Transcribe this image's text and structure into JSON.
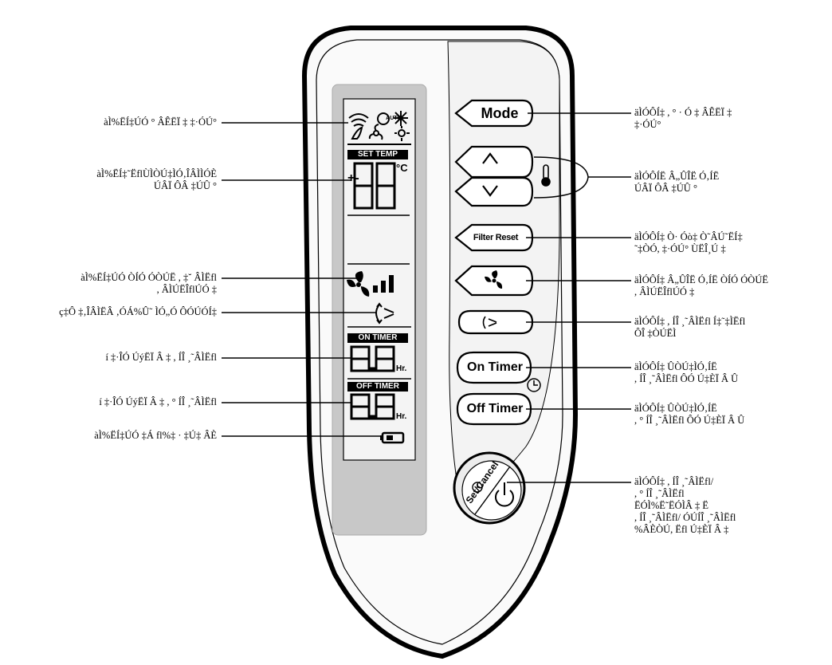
{
  "buttons": {
    "mode": "Mode",
    "filter_reset": "Filter Reset",
    "on_timer": "On Timer",
    "off_timer": "Off Timer",
    "set_cancel": "Set/Cancel"
  },
  "lcd": {
    "auto": "AUTO",
    "set_temp": "SET TEMP",
    "celsius": "°C",
    "digits_temp": "88",
    "on_timer": "ON TIMER",
    "off_timer": "OFF TIMER",
    "digits_timer": "8.8",
    "hr": "Hr."
  },
  "labels_left": [
    {
      "lines": [
        "àÌ%ËÍ‡ÚÓ ° ÂÊËÏ ‡ ‡·ÓÚ°"
      ]
    },
    {
      "lines": [
        "àÌ%ËÍ‡˜ËflÙÌÒÚ‡ÌÓ‚ÎÂÌÌÓÈ",
        "ÚÂÏ ÔÂ ‡ÚÛ °"
      ]
    },
    {
      "lines": [
        "àÌ%ËÍ‡ÚÓ ÒÍÓ ÓÒÚË , ‡˘ ÂÌËfl",
        ", ÂÌÚËÎflÚÓ ‡"
      ]
    },
    {
      "lines": [
        "ç‡Ô ‡‚ÎÂÌËÂ ‚ÓÁ%Û˜ ÌÓ„Ó ÔÓÚÓÍ‡"
      ]
    },
    {
      "lines": [
        "í ‡·ÎÓ ÚýËÏ Â ‡ , ÍÎ ¸˜ÂÌËfl"
      ]
    },
    {
      "lines": [
        "í ‡·ÎÓ ÚýËÏ Â ‡ , ° ÍÎ ¸˜ÂÌËfl"
      ]
    },
    {
      "lines": [
        "àÌ%ËÍ‡ÚÓ ‡Á fl%‡ · ‡Ú‡ ÂÈ"
      ]
    }
  ],
  "labels_right": [
    {
      "lines": [
        "äÌÓÔÍ‡ , ° · Ó ‡ ÂÊËÏ ‡",
        "‡·ÓÚ°"
      ]
    },
    {
      "lines": [
        "äÌÓÔÍË  Â„ÛÎË Ó‚ÍË",
        "ÚÂÏ ÔÂ ‡ÚÛ °"
      ]
    },
    {
      "lines": [
        "äÌÓÔÍ‡ Ò· Óò‡ Ò˜ÂÚ˜ËÍ‡",
        "˜‡ÒÓ, ‡·ÓÚ° ÙËÎ¸Ú ‡"
      ]
    },
    {
      "lines": [
        "äÌÓÔÍ‡  Â„ÛÎË Ó‚ÍË ÒÍÓ ÓÒÚË",
        ", ÂÌÚËÎflÚÓ ‡"
      ]
    },
    {
      "lines": [
        "äÌÓÔÍ‡ , ÍÎ ¸˜ÂÌËfl Í‡˜‡ÌËfl",
        "ÔÎ ‡ÒÚËÌ"
      ]
    },
    {
      "lines": [
        "äÌÓÔÍ‡ ÛÒÚ‡ÌÓ‚ÍË",
        ", ÍÎ ¸˜ÂÌËfl ÔÓ Ú‡ÈÏ Â Û"
      ]
    },
    {
      "lines": [
        "äÌÓÔÍ‡ ÛÒÚ‡ÌÓ‚ÍË",
        ", ° ÍÎ ¸˜ÂÌËfl ÔÓ Ú‡ÈÏ Â Û"
      ]
    },
    {
      "lines": [
        "äÌÓÔÍ‡ , ÍÎ ¸˜ÂÌËfl/",
        ", ° ÍÎ ¸˜ÂÌËfl",
        "ËÓÌ%Ë˜ËÓÌÂ ‡ Ë",
        ", ÍÎ ¸˜ÂÌËfl/ ÓÚÍÎ ¸˜ÂÌËfl",
        "%ÂÈÒÚ, Ëfl Ú‡ÈÏ Â ‡"
      ]
    }
  ]
}
